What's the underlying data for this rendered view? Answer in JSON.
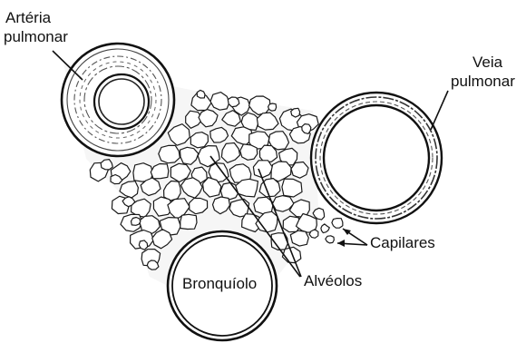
{
  "labels": {
    "arteria_line1": "Artéria",
    "arteria_line2": "pulmonar",
    "veia_line1": "Veia",
    "veia_line2": "pulmonar",
    "capilares": "Capilares",
    "alveolos": "Alvéolos",
    "bronquiolo": "Bronquíolo"
  },
  "colors": {
    "ink": "#111111",
    "background": "#ffffff",
    "tissue_wash": "#f4f4f4"
  }
}
